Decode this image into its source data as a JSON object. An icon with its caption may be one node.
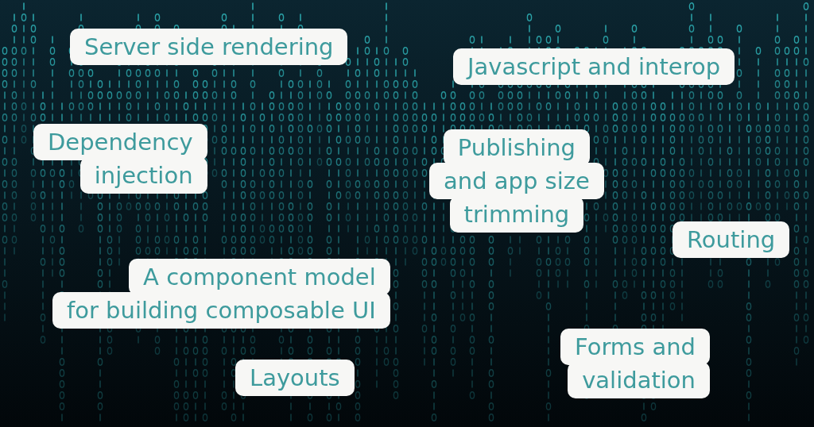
{
  "diagram": {
    "nodes": [
      {
        "text": [
          "Server side rendering"
        ]
      },
      {
        "text": [
          "Javascript and interop"
        ]
      },
      {
        "text": [
          "Dependency injection"
        ]
      },
      {
        "text": [
          "Publishing and app size trimming"
        ]
      },
      {
        "text": [
          "Routing"
        ]
      },
      {
        "text": [
          "A component model for building composable UI"
        ]
      },
      {
        "text": [
          "Forms and validation"
        ]
      },
      {
        "text": [
          "Layouts"
        ]
      }
    ]
  }
}
